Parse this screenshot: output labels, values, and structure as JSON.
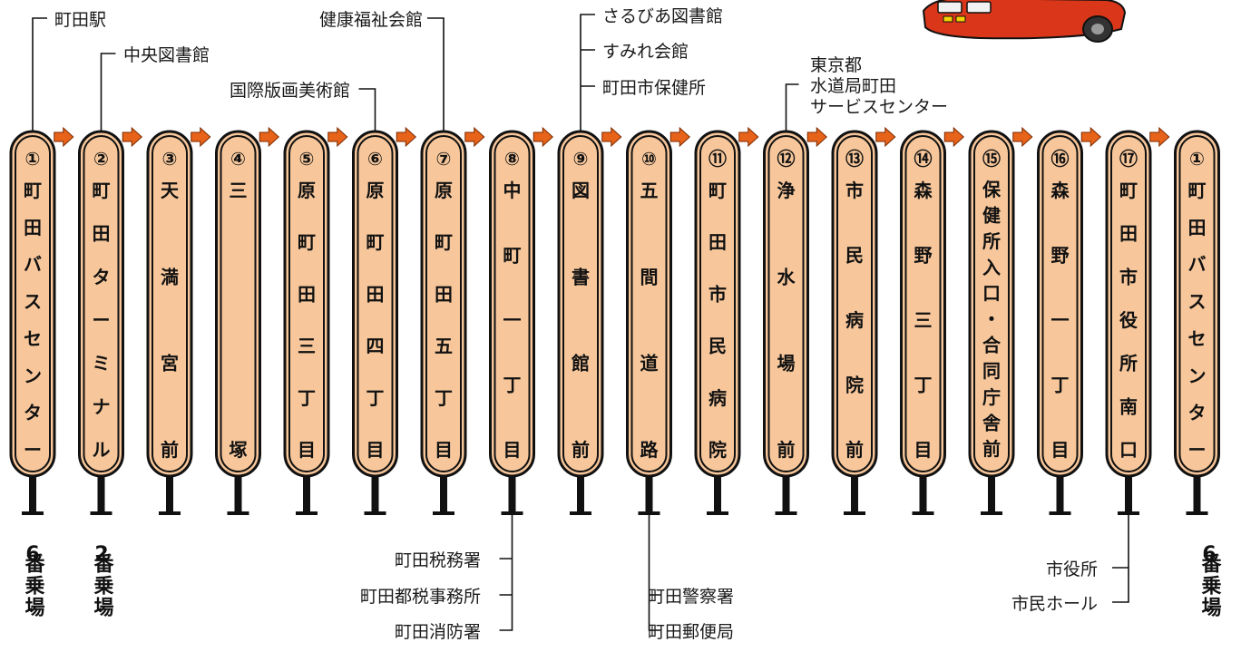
{
  "colors": {
    "sign_fill": "#F7C79B",
    "sign_stroke": "#111111",
    "arrow_fill": "#E8631A",
    "arrow_stroke": "#7a2a00",
    "pole": "#111111",
    "bus_body": "#D9361A",
    "bus_window": "#F2F2F2",
    "bus_lights": "#F5D200"
  },
  "stops": [
    {
      "num": "①",
      "name": "町田バスセンター"
    },
    {
      "num": "②",
      "name": "町田ターミナル"
    },
    {
      "num": "③",
      "name": "天満宮前"
    },
    {
      "num": "④",
      "name": "三塚"
    },
    {
      "num": "⑤",
      "name": "原町田三丁目"
    },
    {
      "num": "⑥",
      "name": "原町田四丁目"
    },
    {
      "num": "⑦",
      "name": "原町田五丁目"
    },
    {
      "num": "⑧",
      "name": "中町一丁目"
    },
    {
      "num": "⑨",
      "name": "図書館前"
    },
    {
      "num": "⑩",
      "name": "五間道路"
    },
    {
      "num": "⑪",
      "name": "町田市民病院"
    },
    {
      "num": "⑫",
      "name": "浄水場前"
    },
    {
      "num": "⑬",
      "name": "市民病院前"
    },
    {
      "num": "⑭",
      "name": "森野三丁目"
    },
    {
      "num": "⑮",
      "name": "保健所入口・合同庁舎前"
    },
    {
      "num": "⑯",
      "name": "森野一丁目"
    },
    {
      "num": "⑰",
      "name": "町田市役所南口"
    },
    {
      "num": "①",
      "name": "町田バスセンター"
    }
  ],
  "landmarks": {
    "stop1": "町田駅",
    "stop2": "中央図書館",
    "stop6": "国際版画美術館",
    "stop7": "健康福祉会館",
    "stop9": [
      "さるびあ図書館",
      "すみれ会館",
      "町田市保健所"
    ],
    "stop12": [
      "東京都",
      "水道局町田",
      "サービスセンター"
    ],
    "stop8": [
      "町田税務署",
      "町田都税事務所",
      "町田消防署"
    ],
    "stop10": [
      "町田警察署",
      "町田郵便局"
    ],
    "stop17": [
      "市役所",
      "市民ホール"
    ]
  },
  "platforms": [
    {
      "number": "6",
      "label": "番乗場"
    },
    {
      "number": "2",
      "label": "番乗場"
    },
    {
      "number": "6",
      "label": "番乗場"
    }
  ]
}
